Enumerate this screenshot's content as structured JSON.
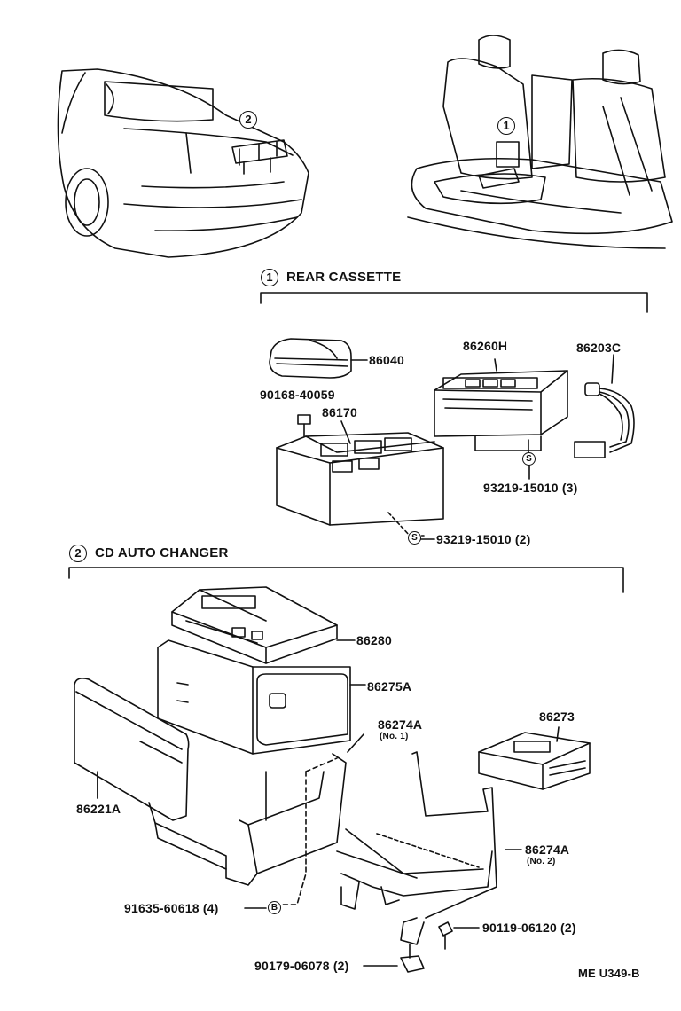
{
  "diagram": {
    "code": "ME U349-B",
    "callouts": {
      "one": "1",
      "two": "2",
      "s": "S",
      "b": "B"
    },
    "sections": {
      "rear_cassette": "REAR CASSETTE",
      "cd_auto_changer": "CD AUTO CHANGER"
    },
    "parts": {
      "p86040": "86040",
      "p90168": "90168-40059",
      "p86170": "86170",
      "p86260H": "86260H",
      "p86203C": "86203C",
      "p93219_3": "93219-15010 (3)",
      "p93219_2": "93219-15010 (2)",
      "p86280": "86280",
      "p86275A": "86275A",
      "p86274A_1": "86274A",
      "p86274A_1_note": "(No. 1)",
      "p86273": "86273",
      "p86221A": "86221A",
      "p86274A_2": "86274A",
      "p86274A_2_note": "(No. 2)",
      "p91635": "91635-60618 (4)",
      "p90119": "90119-06120 (2)",
      "p90179": "90179-06078 (2)"
    }
  }
}
